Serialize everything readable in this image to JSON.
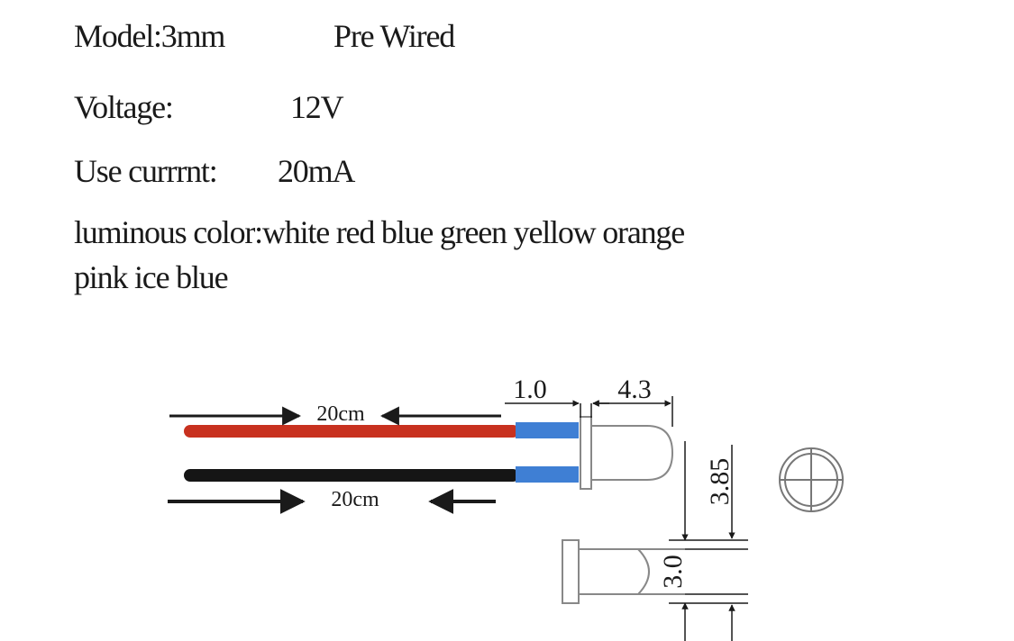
{
  "specs": {
    "model": "Model:3mm",
    "wiring": "Pre Wired",
    "voltage_label": "Voltage:",
    "voltage_value": "12V",
    "current_label": "Use currrnt:",
    "current_value": "20mA",
    "color_line_1": "luminous color:white red blue green yellow orange",
    "color_line_2": "pink ice blue"
  },
  "diagram": {
    "red_wire_length": "20cm",
    "black_wire_length": "20cm",
    "dim_flange": "1.0",
    "dim_body": "4.3",
    "dim_outer_dia": "3.85",
    "dim_inner_dia": "3.0",
    "colors": {
      "red_wire": "#c8311f",
      "black_wire": "#151515",
      "heat_shrink": "#3f7fd4"
    }
  }
}
